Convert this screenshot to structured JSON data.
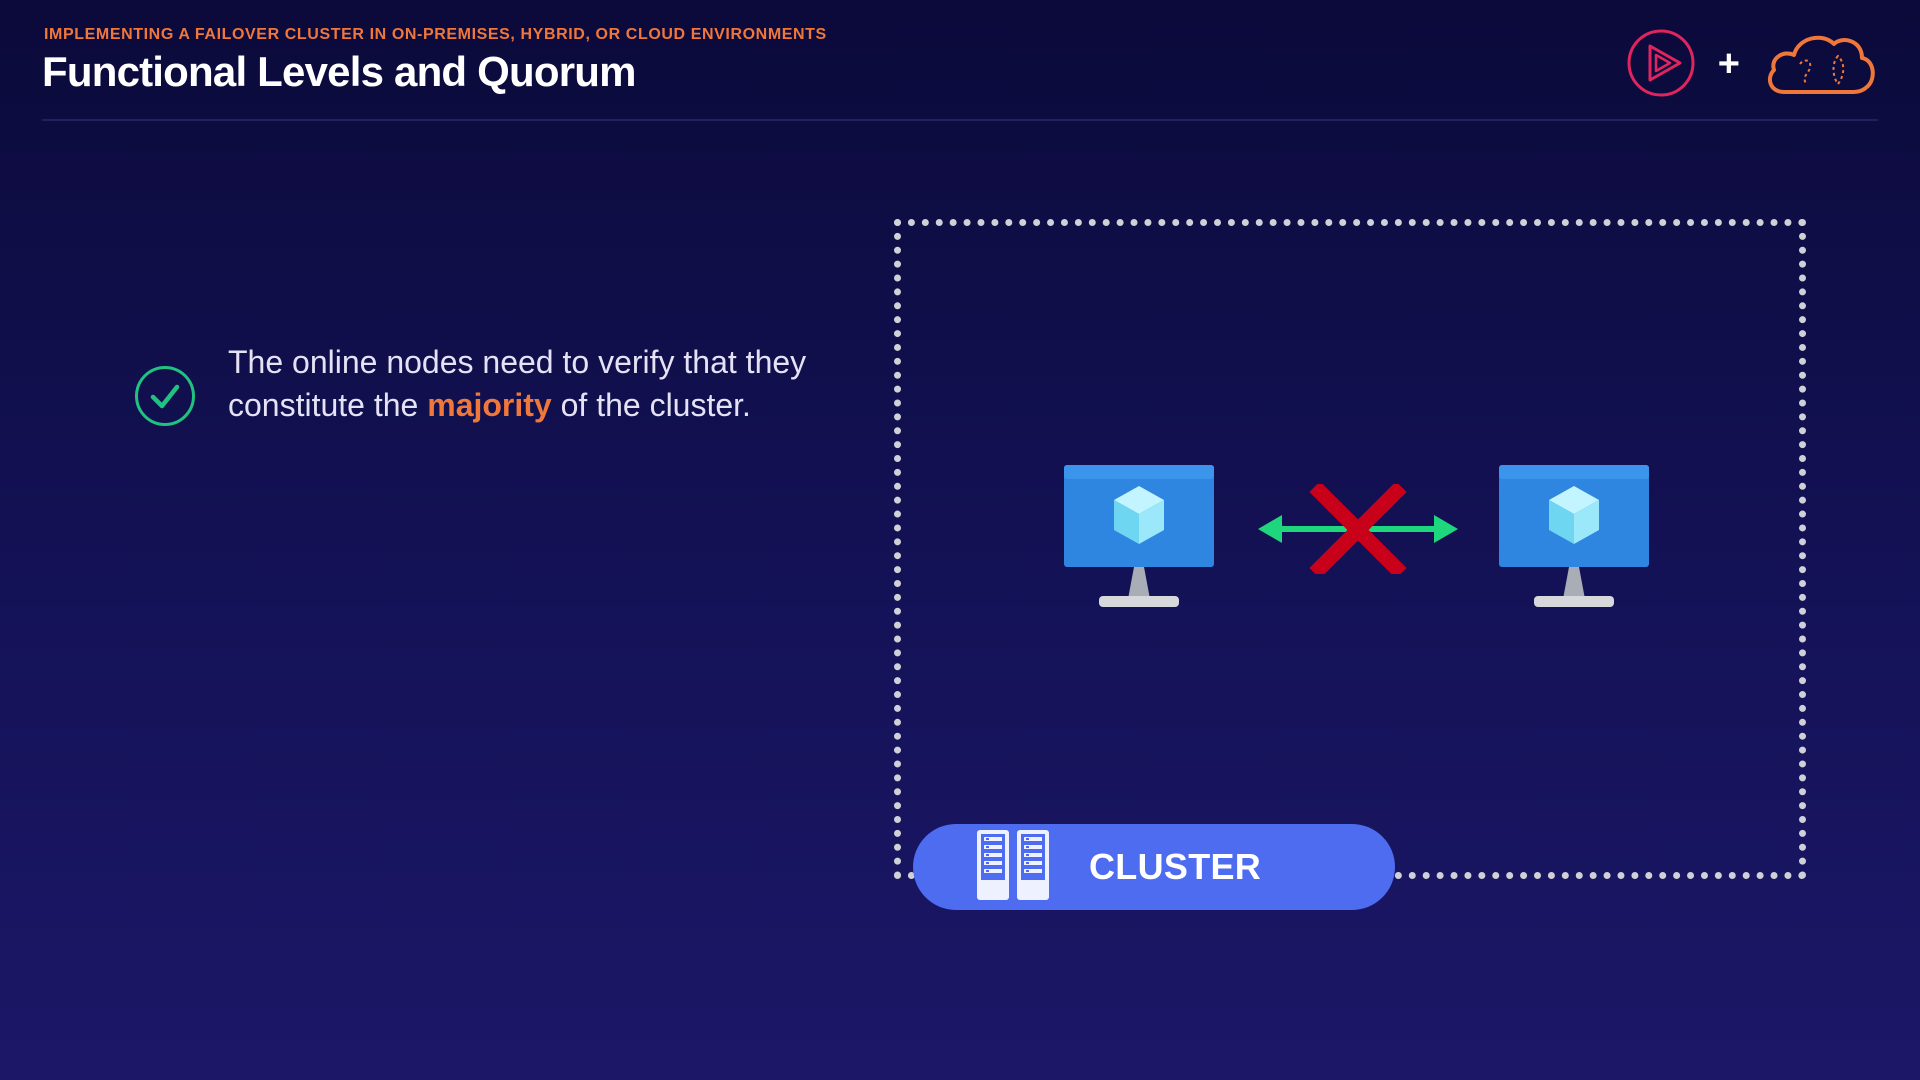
{
  "header": {
    "kicker": "IMPLEMENTING A FAILOVER CLUSTER IN ON-PREMISES, HYBRID, OR CLOUD ENVIRONMENTS",
    "title": "Functional Levels and Quorum",
    "plus_sign": "+"
  },
  "icons": {
    "brand_logo": "play-icon",
    "cloud": "cloud-icon",
    "check": "check-circle-icon",
    "node": "monitor-cube-icon",
    "broken_link": "cross-icon",
    "cluster": "server-rack-icon"
  },
  "bullet": {
    "text_before": "The online nodes need to verify that they constitute the ",
    "highlight": "majority",
    "text_after": " of the cluster."
  },
  "diagram": {
    "cluster_label": "CLUSTER"
  },
  "colors": {
    "accent_orange": "#f0773a",
    "brand_pink": "#e0245e",
    "check_green": "#1fc37f",
    "arrow_green": "#1ed67c",
    "cross_red": "#c8001a",
    "cluster_pill": "#4e6cf0",
    "monitor_blue": "#2f86e0"
  }
}
